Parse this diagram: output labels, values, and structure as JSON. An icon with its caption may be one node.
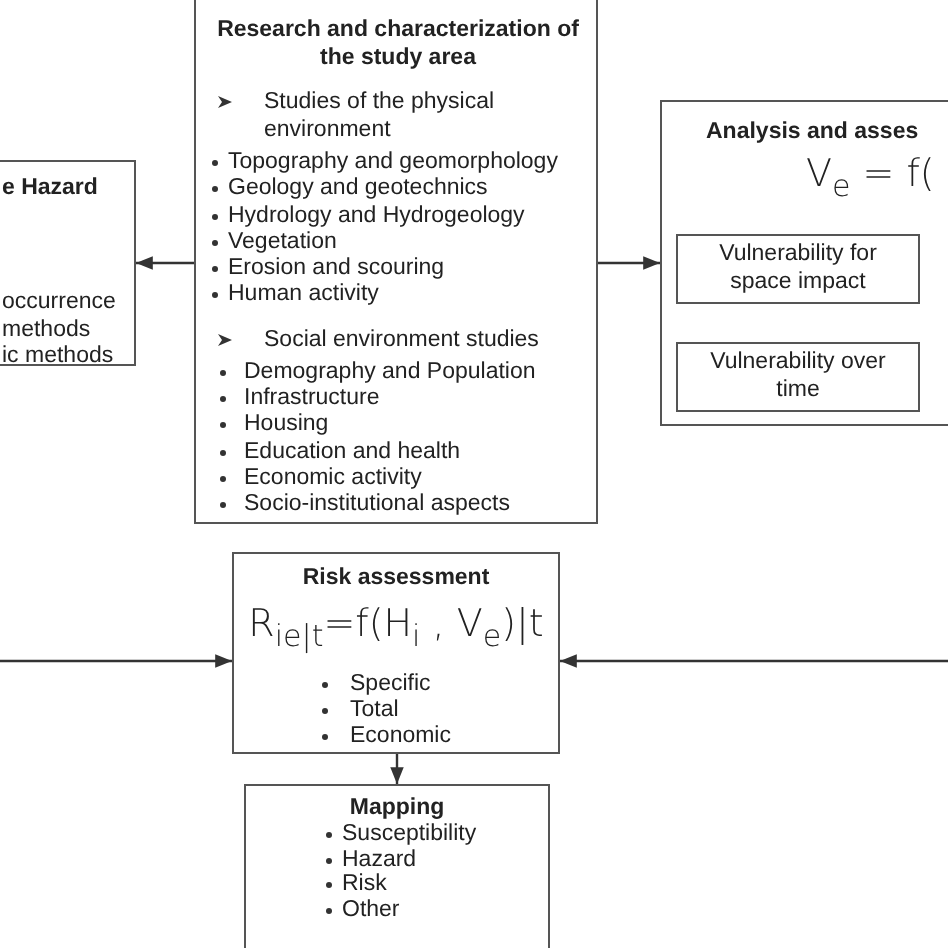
{
  "diagram": {
    "nodes": [
      {
        "text": [
          "Research and characterization of the study area",
          "Studies of the physical environment",
          "Topography and geomorphology",
          "Geology and geotechnics",
          "Hydrology and Hydrogeology",
          "Vegetation",
          "Erosion and scouring",
          "Human activity",
          "Social environment studies",
          "Demography and Population",
          "Infrastructure",
          "Housing",
          "Education and health",
          "Economic activity",
          "Socio-institutional aspects"
        ]
      },
      {
        "text": [
          "e Hazard",
          "occurrence",
          "methods",
          "ic methods"
        ]
      },
      {
        "text": [
          "Analysis and asses",
          "V$_{e}$ = f("
        ]
      },
      {
        "text": [
          "Vulnerability for space impact"
        ],
        "in": 2
      },
      {
        "text": [
          "Vulnerability over time"
        ],
        "in": 2
      },
      {
        "text": [
          "Risk assessment",
          "R$_{ie|t}$=f(H$_{i}$ , V$_{e}$)|t",
          "Specific",
          "Total",
          "Economic"
        ]
      },
      {
        "text": [
          "Mapping",
          "Susceptibility",
          "Hazard",
          "Risk",
          "Other"
        ]
      }
    ],
    "edges": [
      {
        "from": 0,
        "to": 1,
        "arrow": "to"
      },
      {
        "from": 0,
        "to": 2,
        "arrow": "to"
      },
      {
        "from": null,
        "to": 5,
        "arrow": "to"
      },
      {
        "from": null,
        "to": 5,
        "arrow": "to"
      },
      {
        "from": 5,
        "to": 6,
        "arrow": "to"
      }
    ]
  }
}
